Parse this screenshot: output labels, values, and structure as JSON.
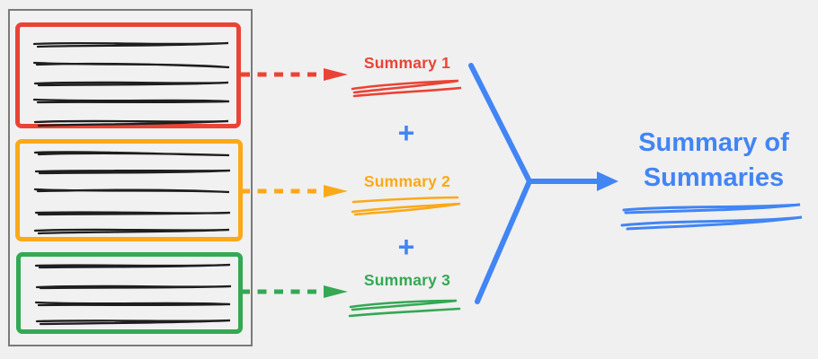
{
  "canvas": {
    "background": "#f0f0f0"
  },
  "document": {
    "border_color": "#7a7a7a",
    "sections": [
      {
        "id": "red",
        "color": "#ea4335",
        "text_lines": 5
      },
      {
        "id": "orange",
        "color": "#fba919",
        "text_lines": 5
      },
      {
        "id": "green",
        "color": "#34a853",
        "text_lines": 4
      }
    ]
  },
  "summaries": [
    {
      "label": "Summary 1",
      "color": "#ea4335"
    },
    {
      "label": "Summary 2",
      "color": "#fba919"
    },
    {
      "label": "Summary 3",
      "color": "#34a853"
    }
  ],
  "plus_operator": "+",
  "result": {
    "label": "Summary of Summaries",
    "color": "#4285f4"
  }
}
